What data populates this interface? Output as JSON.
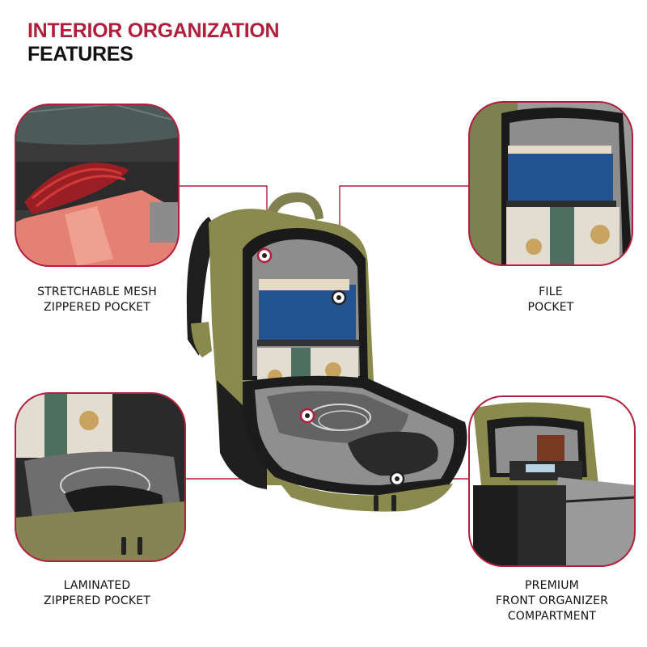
{
  "title": {
    "line1": "INTERIOR ORGANIZATION",
    "line2": "FEATURES"
  },
  "features": [
    {
      "line1": "STRETCHABLE MESH",
      "line2": "ZIPPERED POCKET"
    },
    {
      "line1": "FILE",
      "line2": "POCKET"
    },
    {
      "line1": "LAMINATED",
      "line2": "ZIPPERED POCKET"
    },
    {
      "line1": "PREMIUM",
      "line2": "FRONT ORGANIZER",
      "line3": "COMPARTMENT"
    }
  ],
  "colors": {
    "accent": "#b21f3c",
    "backpack_olive": "#8a8a4e",
    "backpack_black": "#1c1c1c",
    "interior_gray": "#8f8f8f"
  }
}
